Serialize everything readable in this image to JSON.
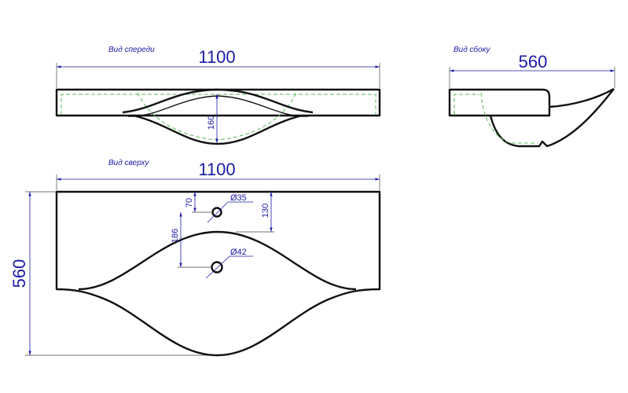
{
  "views": {
    "front": "Вид спереди",
    "side": "Вид сбоку",
    "top": "Вид сверху"
  },
  "dimensions": {
    "front_width": "1100",
    "front_depth": "160",
    "side_depth": "560",
    "top_width": "1100",
    "top_depth": "560",
    "tap_hole_offset": "70",
    "tap_hole_diameter": "Ø35",
    "tap_to_edge": "130",
    "drain_offset": "186",
    "drain_diameter": "Ø42"
  },
  "colors": {
    "outline": "#111111",
    "dimension": "#1a1aa8",
    "hidden_line": "#5cb85c"
  }
}
